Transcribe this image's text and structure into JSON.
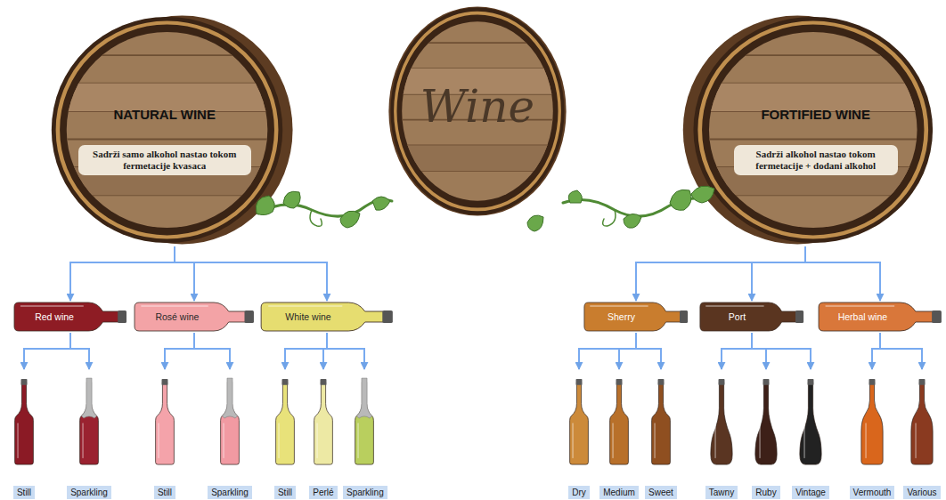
{
  "diagram": {
    "nodes": [
      {
        "text": [
          "NATURAL WINE",
          "Sadrži samo alkohol nastao tokom fermetacije kvasaca"
        ]
      },
      {
        "text": [
          "Wine"
        ]
      },
      {
        "text": [
          "FORTIFIED WINE",
          "Sadrži alkohol nastao tokom fermetacije + dodani alkohol"
        ]
      },
      {
        "text": [
          "Red wine"
        ]
      },
      {
        "text": [
          "Rosé wine"
        ]
      },
      {
        "text": [
          "White wine"
        ]
      },
      {
        "text": [
          "Sherry"
        ]
      },
      {
        "text": [
          "Port"
        ]
      },
      {
        "text": [
          "Herbal wine"
        ]
      },
      {
        "text": [
          "Still"
        ]
      },
      {
        "text": [
          "Sparkling"
        ]
      },
      {
        "text": [
          "Still"
        ]
      },
      {
        "text": [
          "Sparkling"
        ]
      },
      {
        "text": [
          "Still"
        ]
      },
      {
        "text": [
          "Perlé"
        ]
      },
      {
        "text": [
          "Sparkling"
        ]
      },
      {
        "text": [
          "Dry"
        ]
      },
      {
        "text": [
          "Medium"
        ]
      },
      {
        "text": [
          "Sweet"
        ]
      },
      {
        "text": [
          "Tawny"
        ]
      },
      {
        "text": [
          "Ruby"
        ]
      },
      {
        "text": [
          "Vintage"
        ]
      },
      {
        "text": [
          "Vermouth"
        ]
      },
      {
        "text": [
          "Various"
        ]
      }
    ],
    "edges": [
      {
        "from": 0,
        "to": 3,
        "arrow": "to"
      },
      {
        "from": 0,
        "to": 4,
        "arrow": "to"
      },
      {
        "from": 0,
        "to": 5,
        "arrow": "to"
      },
      {
        "from": 2,
        "to": 6,
        "arrow": "to"
      },
      {
        "from": 2,
        "to": 7,
        "arrow": "to"
      },
      {
        "from": 2,
        "to": 8,
        "arrow": "to"
      },
      {
        "from": 3,
        "to": 9,
        "arrow": "to"
      },
      {
        "from": 3,
        "to": 10,
        "arrow": "to"
      },
      {
        "from": 4,
        "to": 11,
        "arrow": "to"
      },
      {
        "from": 4,
        "to": 12,
        "arrow": "to"
      },
      {
        "from": 5,
        "to": 13,
        "arrow": "to"
      },
      {
        "from": 5,
        "to": 14,
        "arrow": "to"
      },
      {
        "from": 5,
        "to": 15,
        "arrow": "to"
      },
      {
        "from": 6,
        "to": 16,
        "arrow": "to"
      },
      {
        "from": 6,
        "to": 17,
        "arrow": "to"
      },
      {
        "from": 6,
        "to": 18,
        "arrow": "to"
      },
      {
        "from": 7,
        "to": 19,
        "arrow": "to"
      },
      {
        "from": 7,
        "to": 20,
        "arrow": "to"
      },
      {
        "from": 7,
        "to": 21,
        "arrow": "to"
      },
      {
        "from": 8,
        "to": 22,
        "arrow": "to"
      },
      {
        "from": 8,
        "to": 23,
        "arrow": "to"
      }
    ]
  }
}
